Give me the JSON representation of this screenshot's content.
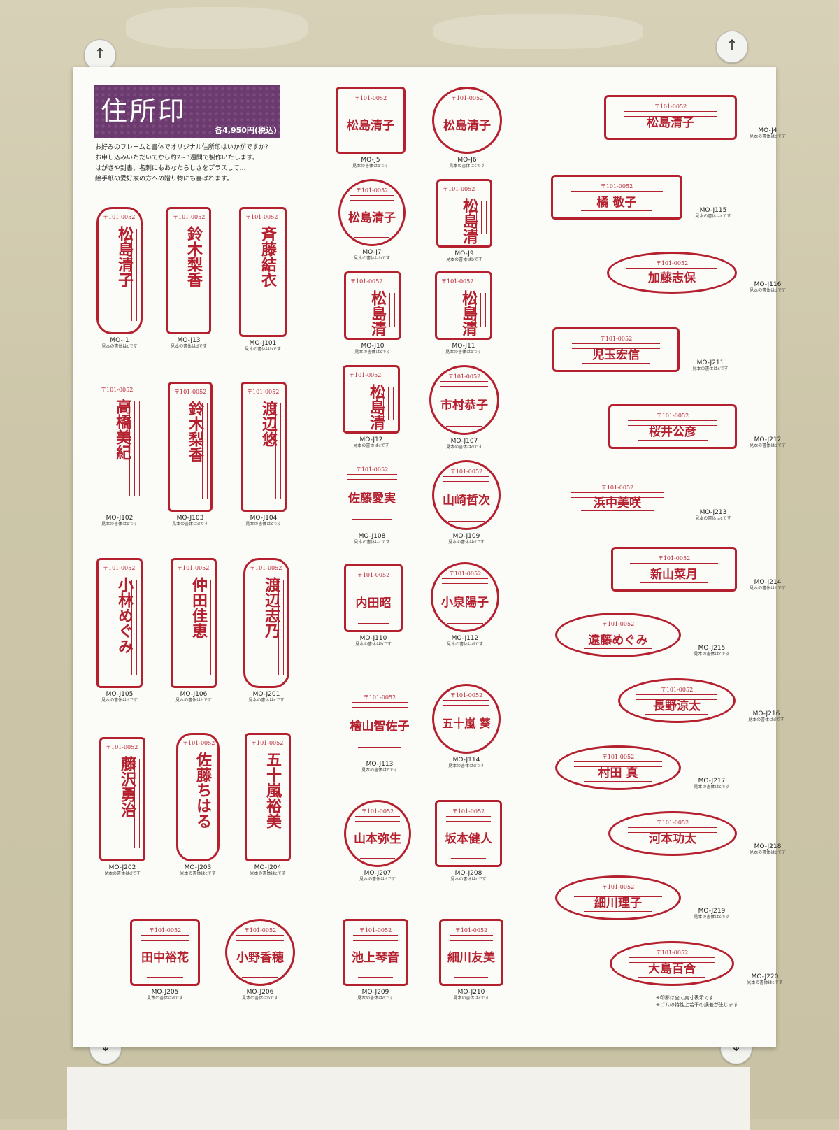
{
  "poster": {
    "title": "住所印",
    "price": "各4,950円(税込)",
    "intro": [
      "お好みのフレームと書体でオリジナル住所印はいかがですか?",
      "お申し込みいただいてから約2~3週間で製作いたします。",
      "はがきや封書、名刺にもあなたらしさをプラスして…",
      "絵手紙の愛好家の方への贈り物にも喜ばれます。"
    ],
    "footnote": [
      "※印影は全て実寸表示です",
      "※ゴムの特性上若干の誤差が生じます"
    ]
  },
  "clips": [
    "↑",
    "↑",
    "↓",
    "↓"
  ],
  "accent_color": "#b5202f",
  "title_bg_color": "#6b3a6e",
  "stamps": [
    {
      "code": "MO-J1",
      "name": "松島清子",
      "font": "見本の書体はcです"
    },
    {
      "code": "MO-J13",
      "name": "鈴木梨香",
      "font": "見本の書体はdです"
    },
    {
      "code": "MO-J101",
      "name": "斉藤結衣",
      "font": "見本の書体はbです"
    },
    {
      "code": "MO-J102",
      "name": "高橋美紀",
      "font": "見本の書体はbです"
    },
    {
      "code": "MO-J103",
      "name": "鈴木梨香",
      "font": "見本の書体はdです"
    },
    {
      "code": "MO-J104",
      "name": "渡辺悠",
      "font": "見本の書体はcです"
    },
    {
      "code": "MO-J105",
      "name": "小林めぐみ",
      "font": "見本の書体はdです"
    },
    {
      "code": "MO-J106",
      "name": "仲田佳恵",
      "font": "見本の書体はbです"
    },
    {
      "code": "MO-J201",
      "name": "渡辺志乃",
      "font": "見本の書体はcです"
    },
    {
      "code": "MO-J202",
      "name": "藤沢勇治",
      "font": "見本の書体はdです"
    },
    {
      "code": "MO-J203",
      "name": "佐藤ちはる",
      "font": "見本の書体はcです"
    },
    {
      "code": "MO-J204",
      "name": "五十嵐裕美",
      "font": "見本の書体はcです"
    },
    {
      "code": "MO-J205",
      "name": "田中裕花",
      "font": "見本の書体はdです"
    },
    {
      "code": "MO-J206",
      "name": "小野香穂",
      "font": "見本の書体はbです"
    },
    {
      "code": "MO-J5",
      "name": "松島清子",
      "font": "見本の書体はdです"
    },
    {
      "code": "MO-J6",
      "name": "松島清子",
      "font": "見本の書体はcです"
    },
    {
      "code": "MO-J7",
      "name": "松島清子",
      "font": "見本の書体はbです"
    },
    {
      "code": "MO-J9",
      "name": "松島清子",
      "font": "見本の書体はbです"
    },
    {
      "code": "MO-J10",
      "name": "松島清子",
      "font": "見本の書体はcです"
    },
    {
      "code": "MO-J11",
      "name": "松島清子",
      "font": "見本の書体はdです"
    },
    {
      "code": "MO-J12",
      "name": "松島清子",
      "font": "見本の書体はcです"
    },
    {
      "code": "MO-J107",
      "name": "市村恭子",
      "font": "見本の書体はdです"
    },
    {
      "code": "MO-J108",
      "name": "佐藤愛実",
      "font": "見本の書体はcです"
    },
    {
      "code": "MO-J109",
      "name": "山崎哲次",
      "font": "見本の書体はdです"
    },
    {
      "code": "MO-J110",
      "name": "内田昭",
      "font": "見本の書体はbです"
    },
    {
      "code": "MO-J112",
      "name": "小泉陽子",
      "font": "見本の書体はdです"
    },
    {
      "code": "MO-J113",
      "name": "檜山智佐子",
      "font": "見本の書体はbです"
    },
    {
      "code": "MO-J114",
      "name": "五十嵐 葵",
      "font": "見本の書体はdです"
    },
    {
      "code": "MO-J207",
      "name": "山本弥生",
      "font": "見本の書体はdです"
    },
    {
      "code": "MO-J208",
      "name": "坂本健人",
      "font": "見本の書体はcです"
    },
    {
      "code": "MO-J209",
      "name": "池上琴音",
      "font": "見本の書体はdです"
    },
    {
      "code": "MO-J210",
      "name": "細川友美",
      "font": "見本の書体はcです"
    },
    {
      "code": "MO-J4",
      "name": "松島清子",
      "font": "見本の書体はdです"
    },
    {
      "code": "MO-J115",
      "name": "橘 敬子",
      "font": "見本の書体はcです"
    },
    {
      "code": "MO-J116",
      "name": "加藤志保",
      "font": "見本の書体はdです"
    },
    {
      "code": "MO-J211",
      "name": "児玉宏信",
      "font": "見本の書体はcです"
    },
    {
      "code": "MO-J212",
      "name": "桜井公彦",
      "font": "見本の書体はdです"
    },
    {
      "code": "MO-J213",
      "name": "浜中美咲",
      "font": "見本の書体はcです"
    },
    {
      "code": "MO-J214",
      "name": "新山菜月",
      "font": "見本の書体はbです"
    },
    {
      "code": "MO-J215",
      "name": "遠藤めぐみ",
      "font": "見本の書体はcです"
    },
    {
      "code": "MO-J216",
      "name": "長野涼太",
      "font": "見本の書体はdです"
    },
    {
      "code": "MO-J217",
      "name": "村田 真",
      "font": "見本の書体はcです"
    },
    {
      "code": "MO-J218",
      "name": "河本功太",
      "font": "見本の書体はbです"
    },
    {
      "code": "MO-J219",
      "name": "細川理子",
      "font": "見本の書体はcです"
    },
    {
      "code": "MO-J220",
      "name": "大島百合",
      "font": "見本の書体はcです"
    }
  ],
  "zip": "〒101-0052"
}
